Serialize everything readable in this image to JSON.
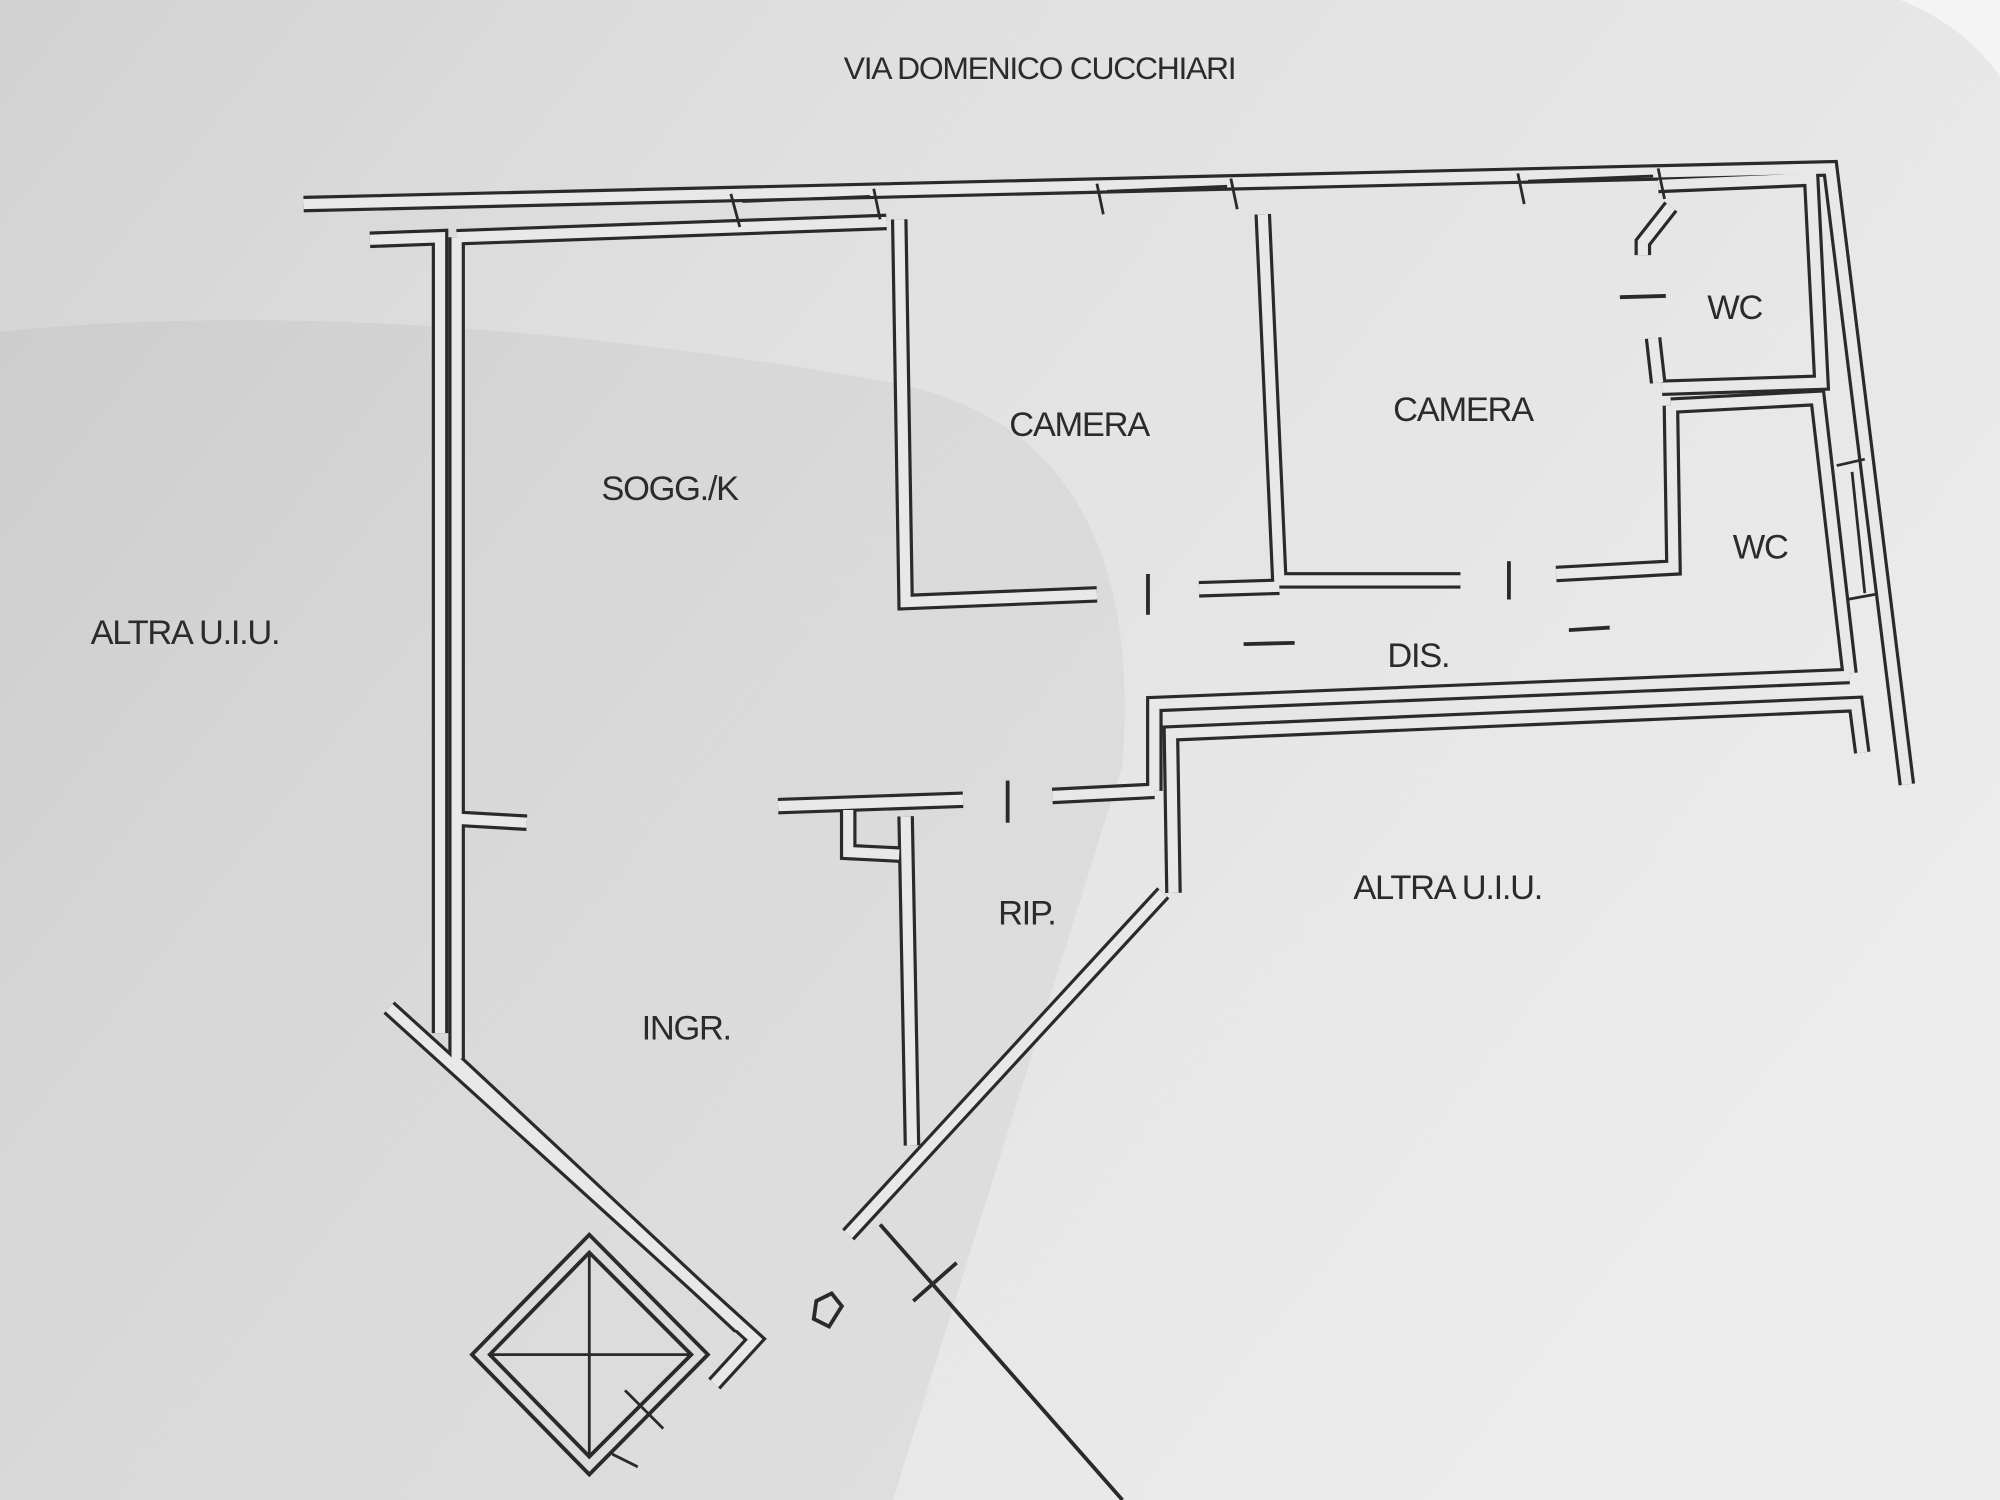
{
  "plan": {
    "street": "VIA DOMENICO CUCCHIARI",
    "rooms": {
      "soggiorno": "SOGG./K",
      "camera_1": "CAMERA",
      "camera_2": "CAMERA",
      "wc_1": "WC",
      "wc_2": "WC",
      "disimpegno": "DIS.",
      "ripostiglio": "RIP.",
      "ingresso": "INGR."
    },
    "neighbors": {
      "left": "ALTRA U.I.U.",
      "right": "ALTRA U.I.U."
    }
  },
  "colors": {
    "paper": "#e6e6e6",
    "ink": "#2a2a2a"
  }
}
